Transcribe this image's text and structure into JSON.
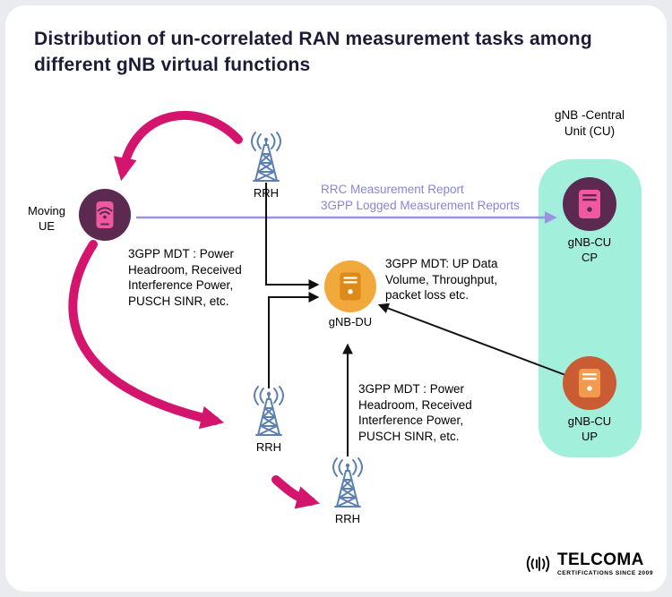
{
  "title": "Distribution of un-correlated RAN measurement tasks among\ndifferent gNB virtual functions",
  "labels": {
    "moving_ue": "Moving\nUE",
    "rrh_top": "RRH",
    "rrh_middle": "RRH",
    "rrh_bottom": "RRH",
    "gnb_du": "gNB-DU",
    "cu_region": "gNB -Central\nUnit (CU)",
    "gnb_cu_cp": "gNB-CU\nCP",
    "gnb_cu_up": "gNB-CU\nUP"
  },
  "annotations": {
    "rrc_reports": "RRC Measurement Report\n3GPP Logged Measurement Reports",
    "mdt_ue": "3GPP MDT : Power\nHeadroom, Received\nInterference Power,\nPUSCH SINR, etc.",
    "mdt_up_data": "3GPP MDT: UP Data\nVolume, Throughput,\npacket loss etc.",
    "mdt_rrh": "3GPP MDT : Power\nHeadroom, Received\nInterference Power,\nPUSCH SINR, etc."
  },
  "logo": {
    "brand": "TELCOMA",
    "tagline": "CERTIFICATIONS SINCE 2009"
  },
  "colors": {
    "pink_arrow": "#d4156e",
    "purple_arrow": "#9b93e0",
    "black_line": "#111111",
    "cu_region_bg": "#a2efdc",
    "plum_node": "#5c2a50",
    "orange_node": "#f2a93b",
    "rust_node": "#c95c32",
    "tower_blue": "#5d80b2",
    "icon_pink": "#f0599f"
  }
}
